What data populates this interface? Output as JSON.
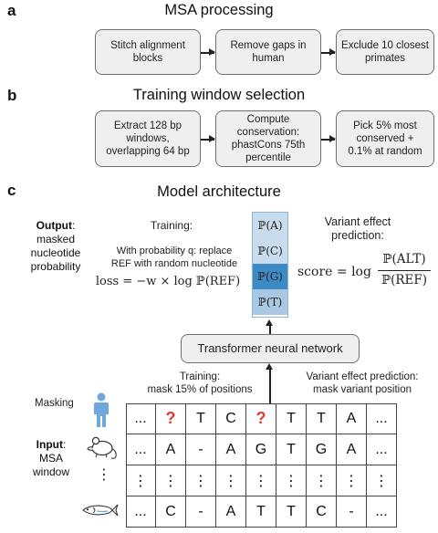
{
  "panel_a": {
    "letter": "a",
    "title": "MSA processing",
    "steps": [
      "Stitch alignment\nblocks",
      "Remove gaps in\nhuman",
      "Exclude 10 closest\nprimates"
    ]
  },
  "panel_b": {
    "letter": "b",
    "title": "Training window selection",
    "steps": [
      "Extract 128 bp\nwindows,\noverlapping 64 bp",
      "Compute\nconservation:\nphastCons 75th\npercentile",
      "Pick 5% most\nconserved +\n0.1% at random"
    ]
  },
  "panel_c": {
    "letter": "c",
    "title": "Model architecture",
    "output_label_bold": "Output",
    "output_label_rest": ":\nmasked\nnucleotide\nprobability",
    "training_title": "Training:",
    "training_desc": "With probability q: replace\nREF with random nucleotide",
    "training_loss": "loss = −w × log ℙ(REF)",
    "variant_title": "Variant effect\nprediction:",
    "score_label": "score = log",
    "score_num": "ℙ(ALT)",
    "score_den": "ℙ(REF)",
    "probs": [
      {
        "label": "ℙ(A)",
        "color": "#c8dcee"
      },
      {
        "label": "ℙ(C)",
        "color": "#c8dcee"
      },
      {
        "label": "ℙ(G)",
        "color": "#3e8ac5"
      },
      {
        "label": "ℙ(T)",
        "color": "#a9c8e4"
      }
    ],
    "transformer_label": "Transformer neural network",
    "training_mask": "Training:\nmask 15% of positions",
    "variant_mask": "Variant effect prediction:\nmask variant position",
    "masking_label": "Masking",
    "input_label_bold": "Input",
    "input_label_rest": ":\nMSA\nwindow",
    "vdots_label": "⋮",
    "rows": [
      [
        "...",
        "?",
        "T",
        "C",
        "?",
        "T",
        "T",
        "A",
        "..."
      ],
      [
        "...",
        "A",
        "-",
        "A",
        "G",
        "T",
        "G",
        "A",
        "..."
      ],
      [
        "⋮",
        "⋮",
        "⋮",
        "⋮",
        "⋮",
        "⋮",
        "⋮",
        "⋮",
        "⋮"
      ],
      [
        "...",
        "C",
        "-",
        "A",
        "T",
        "T",
        "C",
        "-",
        "..."
      ]
    ],
    "species_icons": [
      "human-icon",
      "mouse-icon",
      "fish-icon"
    ]
  },
  "colors": {
    "step_fill": "#efefef",
    "mask_red": "#e53935",
    "human_blue": "#6fa8dc"
  }
}
